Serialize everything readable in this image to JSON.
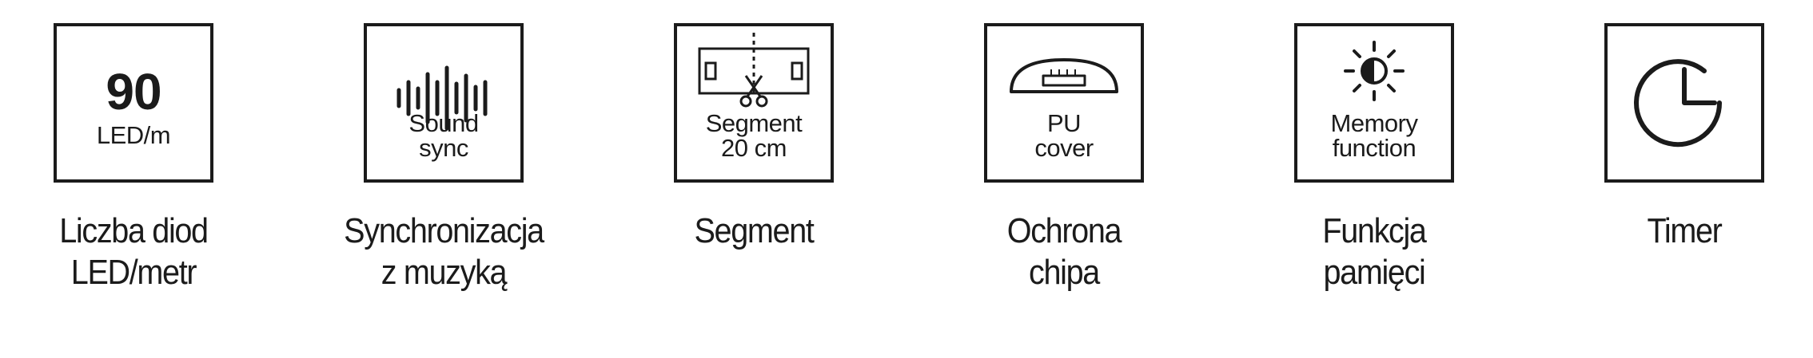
{
  "features": [
    {
      "id": "led-density",
      "icon": "number-90-icon",
      "box_number": "90",
      "box_lines": [
        "LED/m"
      ],
      "caption_lines": [
        "Liczba diod",
        "LED/metr"
      ]
    },
    {
      "id": "sound-sync",
      "icon": "sound-wave-icon",
      "box_lines": [
        "Sound",
        "sync"
      ],
      "caption_lines": [
        "Synchronizacja",
        "z muzyką"
      ]
    },
    {
      "id": "segment",
      "icon": "scissors-cut-icon",
      "box_lines": [
        "Segment",
        "20 cm"
      ],
      "caption_lines": [
        "Segment"
      ]
    },
    {
      "id": "pu-cover",
      "icon": "pu-cover-icon",
      "box_lines": [
        "PU",
        "cover"
      ],
      "caption_lines": [
        "Ochrona",
        "chipa"
      ]
    },
    {
      "id": "memory",
      "icon": "half-sun-icon",
      "box_lines": [
        "Memory",
        "function"
      ],
      "caption_lines": [
        "Funkcja",
        "pamięci"
      ]
    },
    {
      "id": "timer",
      "icon": "clock-icon",
      "caption_lines": [
        "Timer"
      ]
    }
  ]
}
